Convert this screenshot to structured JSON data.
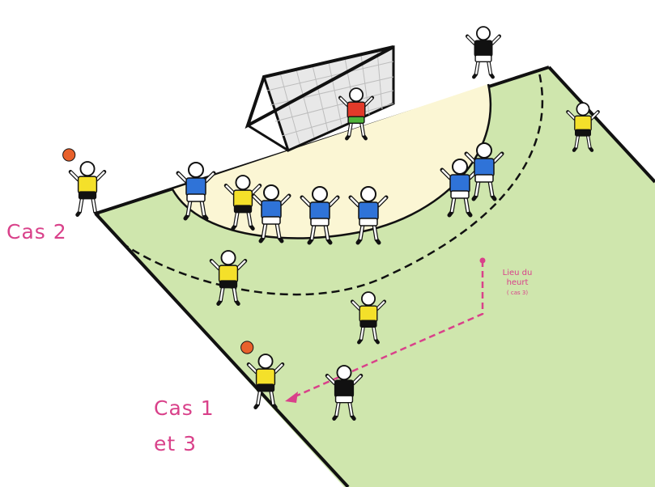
{
  "labels": {
    "case_2": "Cas 2",
    "case_1_line1": "Cas 1",
    "case_1_line2": "et 3",
    "impact_line1": "Lieu du",
    "impact_line2": "heurt",
    "impact_note": "( cas 3)"
  },
  "colors": {
    "court": "#cfe6ad",
    "goal_area": "#fbf6d4",
    "attacker": "#f4e02a",
    "defender": "#2f73d8",
    "goalkeeper": "#e23a2a",
    "goalkeeper_shorts": "#4fb43a",
    "referee": "#111111",
    "ball": "#e8612c",
    "path": "#d9418a",
    "line": "#111111"
  },
  "players": [
    {
      "role": "referee",
      "name": "referee-top"
    },
    {
      "role": "goalkeeper",
      "name": "goalkeeper"
    },
    {
      "role": "attacker",
      "name": "attacker-right-wing"
    },
    {
      "role": "attacker",
      "name": "attacker-cas-2",
      "ball": true
    },
    {
      "role": "defender",
      "name": "defender-1"
    },
    {
      "role": "attacker",
      "name": "attacker-pivot"
    },
    {
      "role": "defender",
      "name": "defender-2"
    },
    {
      "role": "defender",
      "name": "defender-3"
    },
    {
      "role": "defender",
      "name": "defender-4"
    },
    {
      "role": "defender",
      "name": "defender-5"
    },
    {
      "role": "defender",
      "name": "defender-6"
    },
    {
      "role": "attacker",
      "name": "attacker-left-back"
    },
    {
      "role": "attacker",
      "name": "attacker-center"
    },
    {
      "role": "attacker",
      "name": "attacker-cas-1",
      "ball": true
    },
    {
      "role": "referee",
      "name": "referee-bottom"
    }
  ]
}
